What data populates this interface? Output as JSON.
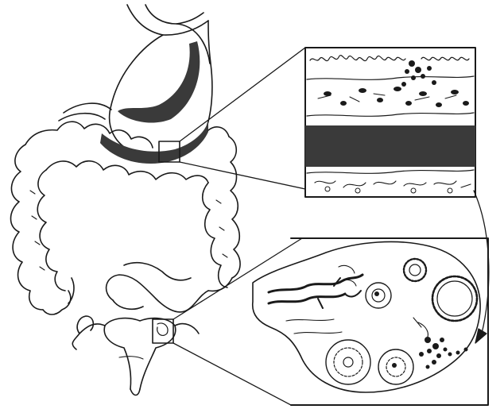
{
  "diagram": {
    "colors": {
      "ink": "#1a1a1a",
      "stomach_band": "#3a3a3a",
      "background": "#ffffff"
    },
    "parts": [
      "stomach",
      "transverse-colon",
      "ascending-colon",
      "descending-colon",
      "rectum",
      "uterus",
      "ovary",
      "fallopian-tube",
      "stomach-wall-inset",
      "ovary-inset"
    ]
  }
}
